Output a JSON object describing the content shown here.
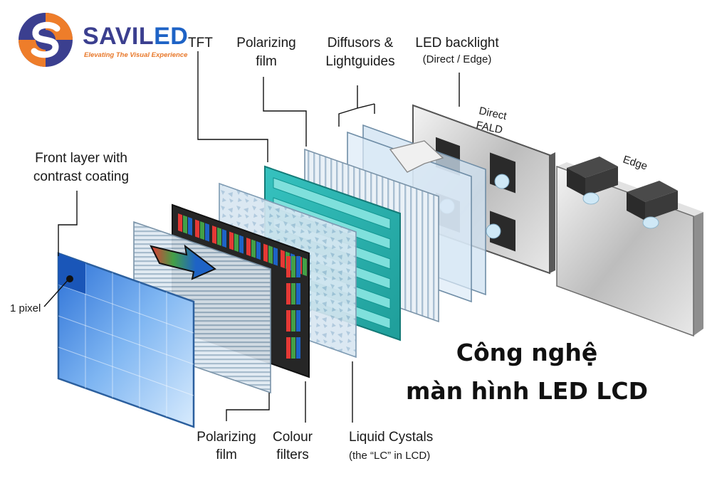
{
  "brand": {
    "name_part1": "SAVIL",
    "name_part2": "ED",
    "tagline": "Elevating The Visual Experience",
    "colors": {
      "navy": "#3b3f8f",
      "orange": "#ee7d2a",
      "red": "#e53935",
      "blue": "#1e63c6"
    }
  },
  "headline": {
    "line1": "Công nghệ",
    "line2": "màn hình LED LCD"
  },
  "labels": {
    "front_layer_1": "Front layer with",
    "front_layer_2": "contrast coating",
    "pixel": "1 pixel",
    "polarizing_front_1": "Polarizing",
    "polarizing_front_2": "film",
    "colour_filters_1": "Colour",
    "colour_filters_2": "filters",
    "liquid_crystals_1": "Liquid Cystals",
    "liquid_crystals_2": "(the “LC” in LCD)",
    "tft": "TFT",
    "polarizing_back_1": "Polarizing",
    "polarizing_back_2": "film",
    "diffusors_1": "Diffusors &",
    "diffusors_2": "Lightguides",
    "backlight_1": "LED backlight",
    "backlight_2": "(Direct / Edge)",
    "direct_1": "Direct",
    "direct_2": "FALD",
    "edge": "Edge"
  }
}
